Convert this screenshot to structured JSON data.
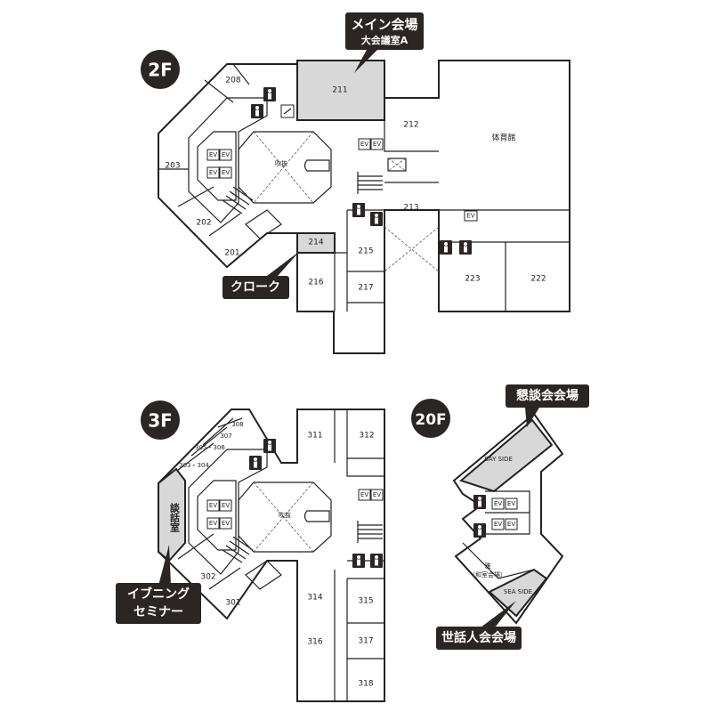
{
  "floors": {
    "f2": {
      "badge": "2F",
      "rooms": {
        "r208": "208",
        "r211": "211",
        "r203": "203",
        "r202": "202",
        "r201": "201",
        "r212": "212",
        "r213": "213",
        "r214": "214",
        "r215": "215",
        "r216": "216",
        "r217": "217",
        "r223": "223",
        "r222": "222",
        "gym": "体育館",
        "atrium": "吹抜"
      },
      "callouts": {
        "main": "メイン会場",
        "main_sub": "大会議室A",
        "cloak": "クローク"
      }
    },
    "f3": {
      "badge": "3F",
      "rooms": {
        "r308": "308",
        "r307": "307",
        "r305": "305・306",
        "r303": "303・304",
        "r302": "302",
        "r301": "301",
        "r311": "311",
        "r312": "312",
        "r314": "314",
        "r315": "315",
        "r316": "316",
        "r317": "317",
        "r318": "318",
        "danwa": "談話室",
        "atrium": "吹抜"
      },
      "callouts": {
        "evening_1": "イブニング",
        "evening_2": "セミナー"
      }
    },
    "f20": {
      "badge": "20F",
      "rooms": {
        "bay": "BAY SIDE",
        "sea": "SEA SIDE",
        "miyabi": "雅",
        "miyabi_sub": "（和室会場）"
      },
      "callouts": {
        "kondan": "懇談会会場",
        "sewanin": "世話人会会場"
      }
    }
  },
  "ev_label": "EV",
  "colors": {
    "dark": "#2b2523",
    "highlight": "#d8d8d8"
  }
}
